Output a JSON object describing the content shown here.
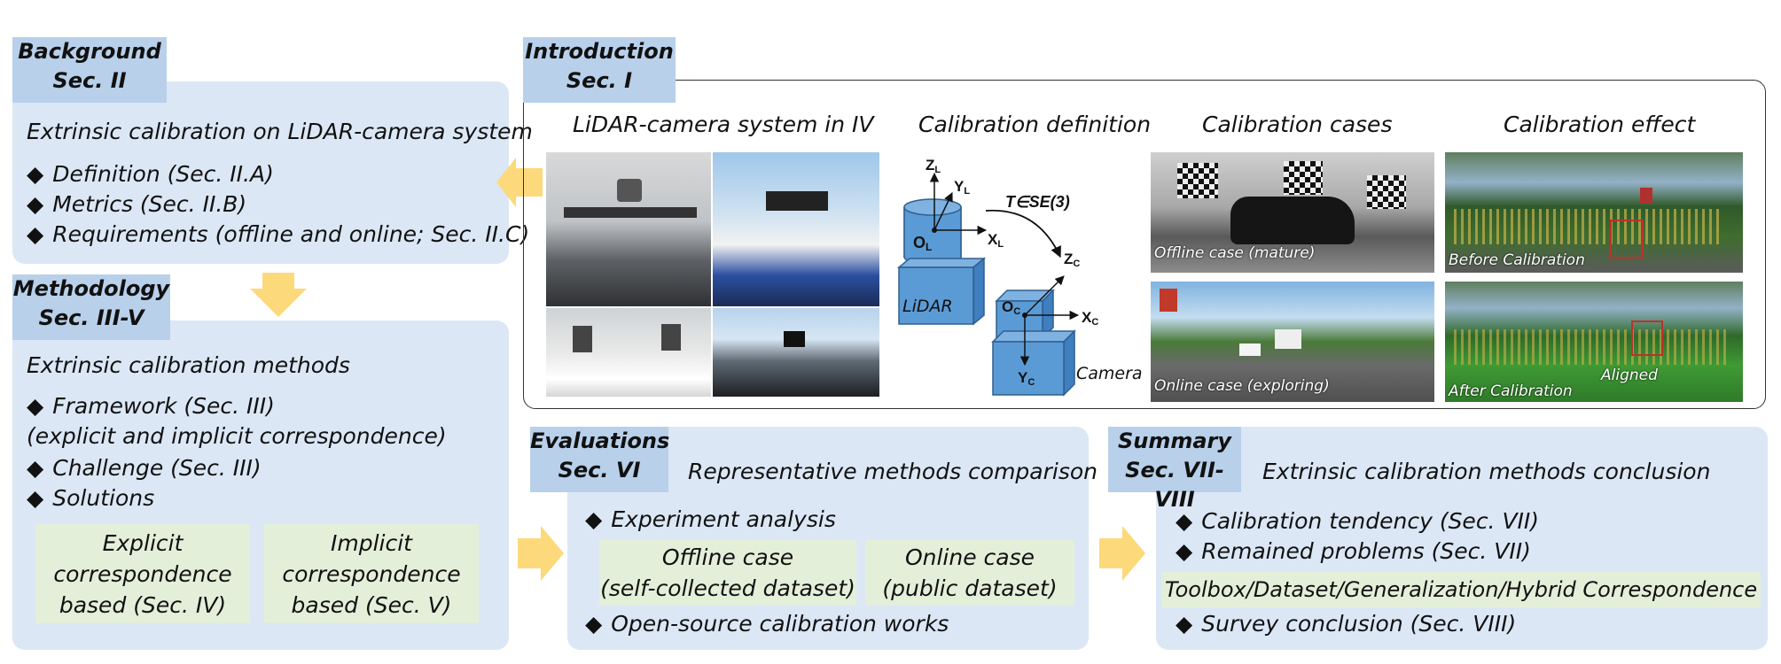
{
  "background": {
    "tag_line1": "Background",
    "tag_line2": "Sec. II",
    "heading": "Extrinsic calibration on LiDAR-camera system",
    "items": [
      "Definition (Sec. II.A)",
      "Metrics (Sec. II.B)",
      "Requirements (offline and online; Sec. II.C)"
    ]
  },
  "methodology": {
    "tag_line1": "Methodology",
    "tag_line2": "Sec. III-V",
    "heading": "Extrinsic calibration methods",
    "item1": "Framework (Sec. III)",
    "item1_sub": "(explicit and implicit correspondence)",
    "item2": "Challenge (Sec. III)",
    "item3": "Solutions",
    "box1": [
      "Explicit",
      "correspondence",
      "based (Sec. IV)"
    ],
    "box2": [
      "Implicit",
      "correspondence",
      "based (Sec. V)"
    ]
  },
  "introduction": {
    "tag_line1": "Introduction",
    "tag_line2": "Sec. I",
    "col1_title": "LiDAR-camera system in IV",
    "col2_title": "Calibration definition",
    "col3_title": "Calibration cases",
    "col4_title": "Calibration effect",
    "diagram": {
      "zl": "Z",
      "zl_sub": "L",
      "yl": "Y",
      "yl_sub": "L",
      "ol": "O",
      "ol_sub": "L",
      "xl": "X",
      "xl_sub": "L",
      "transform": "T∈SE(3)",
      "zc": "Z",
      "zc_sub": "C",
      "oc": "O",
      "oc_sub": "C",
      "xc": "X",
      "xc_sub": "C",
      "yc": "Y",
      "yc_sub": "C",
      "lidar_label": "LiDAR",
      "camera_label": "Camera"
    },
    "case_offline": "Offline case (mature)",
    "case_online": "Online case (exploring)",
    "effect_before": "Before Calibration",
    "effect_after": "After Calibration",
    "effect_aligned": "Aligned"
  },
  "evaluations": {
    "tag_line1": "Evaluations",
    "tag_line2": "Sec. VI",
    "heading": "Representative methods comparison",
    "item1": "Experiment analysis",
    "box1": [
      "Offline case",
      "(self-collected dataset)"
    ],
    "box2": [
      "Online case",
      "(public dataset)"
    ],
    "item2": "Open-source calibration works"
  },
  "summary": {
    "tag_line1": "Summary",
    "tag_line2": "Sec. VII-VIII",
    "heading": "Extrinsic calibration methods conclusion",
    "item1": "Calibration tendency (Sec. VII)",
    "item2": "Remained problems (Sec. VII)",
    "strip": "Toolbox/Dataset/Generalization/Hybrid Correspondence",
    "item3": "Survey conclusion (Sec. VIII)"
  },
  "colors": {
    "panel": "#dbe7f5",
    "tag": "#b8d0ea",
    "green_box": "#e3efd9",
    "arrow": "#fcd97b",
    "cube": "#5b9bd5"
  }
}
